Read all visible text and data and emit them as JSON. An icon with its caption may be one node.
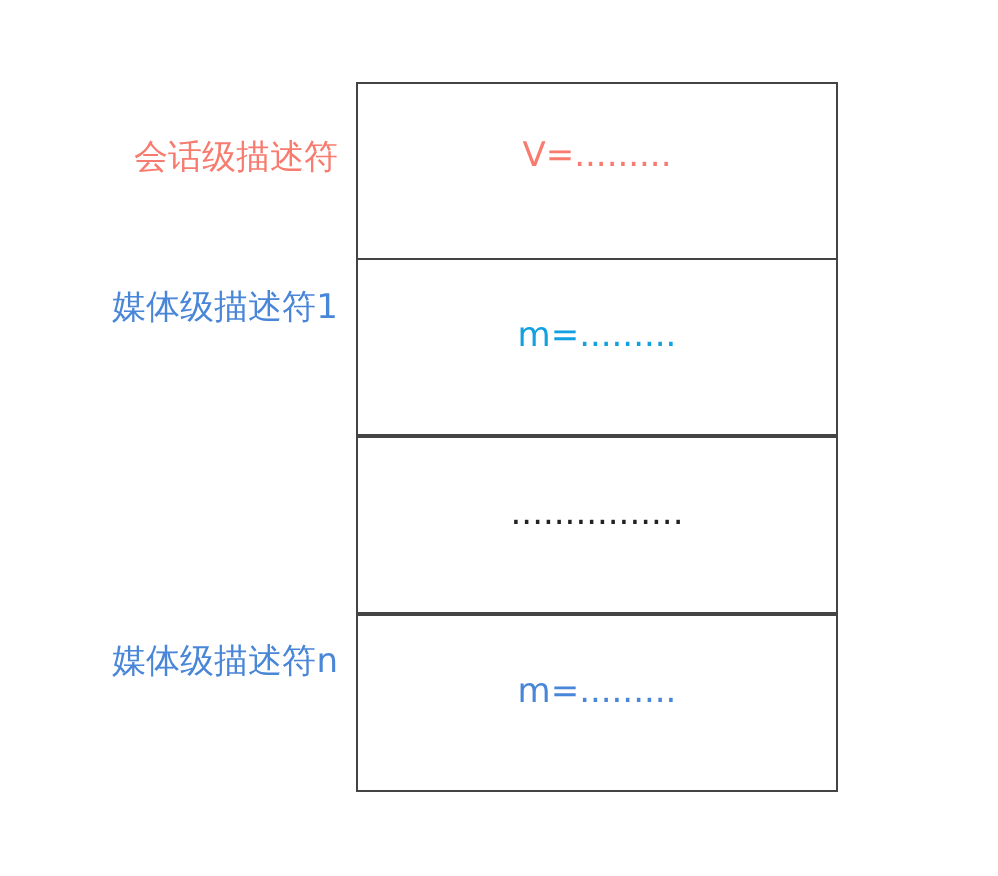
{
  "diagram": {
    "nodes": [
      {
        "text": [
          "V=........."
        ],
        "beside": [
          "会话级描述符"
        ]
      },
      {
        "text": [
          "m=........."
        ],
        "beside": [
          "媒体级描述符1"
        ]
      },
      {
        "text": [
          "................"
        ]
      },
      {
        "text": [
          "m=........."
        ],
        "beside": [
          "媒体级描述符n"
        ]
      }
    ]
  }
}
